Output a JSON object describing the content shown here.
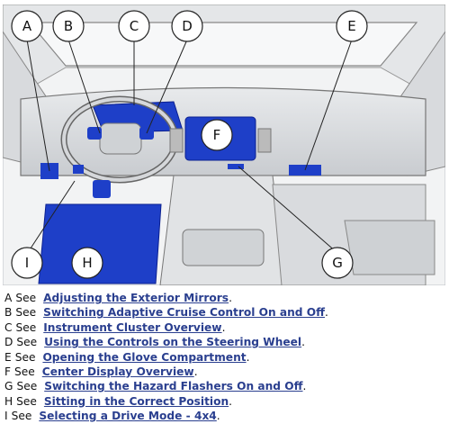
{
  "figure": {
    "callouts": [
      {
        "letter": "A"
      },
      {
        "letter": "B"
      },
      {
        "letter": "C"
      },
      {
        "letter": "D"
      },
      {
        "letter": "E"
      },
      {
        "letter": "F"
      },
      {
        "letter": "G"
      },
      {
        "letter": "H"
      },
      {
        "letter": "I"
      }
    ],
    "highlight_color": "#1e3fc8"
  },
  "legend": {
    "see_word": "See",
    "items": [
      {
        "letter": "A",
        "link": "Adjusting the Exterior Mirrors"
      },
      {
        "letter": "B",
        "link": "Switching Adaptive Cruise Control On and Off"
      },
      {
        "letter": "C",
        "link": "Instrument Cluster Overview"
      },
      {
        "letter": "D",
        "link": "Using the Controls on the Steering Wheel"
      },
      {
        "letter": "E",
        "link": "Opening the Glove Compartment"
      },
      {
        "letter": "F",
        "link": "Center Display Overview"
      },
      {
        "letter": "G",
        "link": "Switching the Hazard Flashers On and Off"
      },
      {
        "letter": "H",
        "link": "Sitting in the Correct Position"
      },
      {
        "letter": "I",
        "link": "Selecting a Drive Mode - 4x4"
      }
    ]
  }
}
